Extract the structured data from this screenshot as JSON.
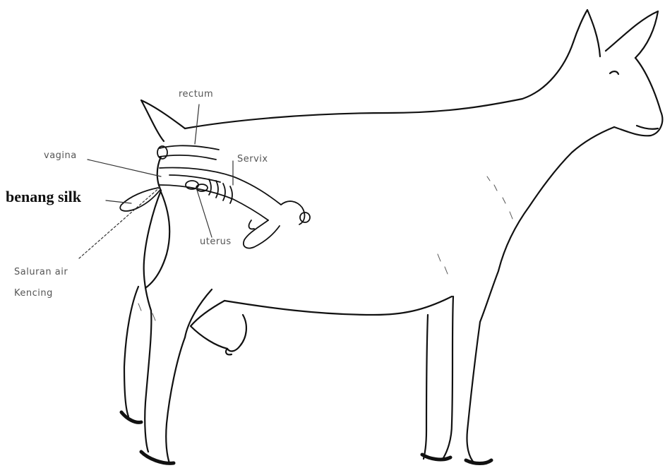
{
  "labels": {
    "rectum": "rectum",
    "vagina": "vagina",
    "servix": "Servix",
    "benang_silk": "benang silk",
    "uterus": "uterus",
    "saluran_air": "Saluran air",
    "kencing": "Kencing"
  },
  "colors": {
    "ink": "#111111",
    "label_gray": "#555555",
    "background": "#ffffff"
  }
}
